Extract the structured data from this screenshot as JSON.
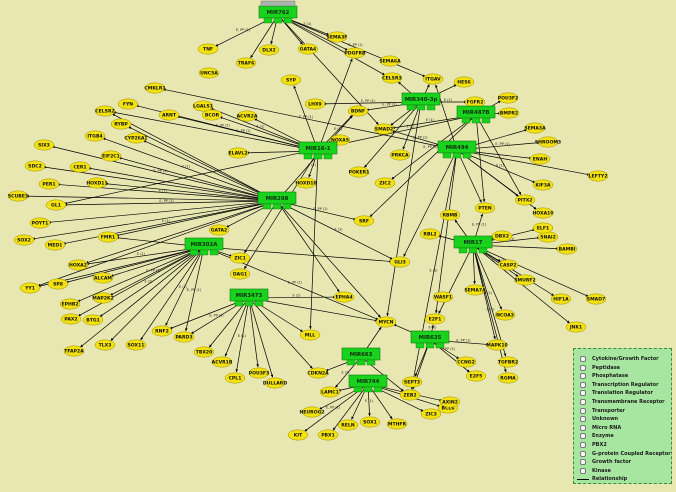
{
  "colors": {
    "background": "#e8e7b2",
    "mirna": "#19d21c",
    "gene": "#f3e20f",
    "edge": "#000000"
  },
  "mirnas": [
    {
      "id": "MIR762",
      "label": "MIR762"
    },
    {
      "id": "MIR340-3p",
      "label": "MIR340-3p"
    },
    {
      "id": "MIR487B",
      "label": "MIR487B"
    },
    {
      "id": "MIR16-1",
      "label": "MIR16-1"
    },
    {
      "id": "MIR494",
      "label": "MIR494"
    },
    {
      "id": "MIR298",
      "label": "MIR298"
    },
    {
      "id": "MIR302A",
      "label": "MIR302A"
    },
    {
      "id": "MIR17",
      "label": "MIR17"
    },
    {
      "id": "MIR3473",
      "label": "MIR3473"
    },
    {
      "id": "MIR635",
      "label": "MIR635"
    },
    {
      "id": "MIR663",
      "label": "MIR663"
    },
    {
      "id": "MIR744",
      "label": "MIR744"
    }
  ],
  "genes": [
    "SEMA3F",
    "TNF",
    "DLX2",
    "GATA4",
    "PDGFRB",
    "SEMA6A",
    "TRAF6",
    "UNC5A",
    "CELSR3",
    "SYP",
    "ITGAV",
    "HES6",
    "POU3F2",
    "CMKLR1",
    "FYN",
    "LGALS1",
    "LHX9",
    "BDNF",
    "FGFR2",
    "BMPR2",
    "CELSR2",
    "RYBP",
    "ARNT",
    "BCOR",
    "ACVR2A",
    "SEMA3A",
    "SHROOM3",
    "ITGB4",
    "CYP26A1",
    "NOXA5",
    "SMAD2",
    "ENAH",
    "EIF2C1",
    "ELAVL2",
    "LEFTY2",
    "SIX3",
    "CER1",
    "HOXD10",
    "PRKCA",
    "KIF3A",
    "SDC2",
    "PER1",
    "HOXD11",
    "POKER1",
    "ZIC2",
    "PITX2",
    "HOXA10",
    "SCUBE3",
    "GL1",
    "POYT1",
    "SOX2",
    "MED1",
    "FMR1",
    "GATA2",
    "SRF",
    "RBMB",
    "PTEN",
    "SNAI2",
    "ELF1",
    "HOXA2",
    "ZIC1",
    "DBX2",
    "BAMBI",
    "SP8",
    "ALCAM",
    "DAG1",
    "RBL2",
    "GLI3",
    "CASP2",
    "SMURF2",
    "MAP2K2",
    "EPHB2",
    "EPHA4",
    "SEMA7A",
    "NCOA3",
    "YY1",
    "PAX2",
    "BTG1",
    "HIF1A",
    "SMAD7",
    "WASF1",
    "TLX3",
    "SOX11",
    "PARD3",
    "MLL",
    "MYCN",
    "E2F1",
    "JNK1",
    "TFAP2A",
    "RNF2",
    "TBX20",
    "ACVR1B",
    "CDKN2A",
    "MAPK10",
    "TGFBR2",
    "CPL1",
    "POU3F3",
    "DULLARD",
    "LAMC1",
    "ZEB2",
    "CCNG2",
    "E2F5",
    "NEUROG2",
    "SEPT3",
    "BCL6",
    "RGMA",
    "KIT",
    "PBX1",
    "RELN",
    "SOX1",
    "MTHFR",
    "ZIC3",
    "AXIN2"
  ],
  "edge_labels": [
    "E, PP (1)",
    "E, PP (2)",
    "PP (1)",
    "E (1)",
    "A, E, PP (1)",
    "E, LO, PP (1)"
  ],
  "legend": {
    "items": [
      {
        "label": "Cytokine/Growth Factor",
        "icon": "cytokine-icon"
      },
      {
        "label": "Peptidase",
        "icon": "peptidase-icon"
      },
      {
        "label": "Phosphatase",
        "icon": "phosphatase-icon"
      },
      {
        "label": "Transcription Regulator",
        "icon": "transcription-regulator-icon"
      },
      {
        "label": "Translation Regulator",
        "icon": "translation-regulator-icon"
      },
      {
        "label": "Transmembrane Receptor",
        "icon": "transmembrane-receptor-icon"
      },
      {
        "label": "Transporter",
        "icon": "transporter-icon"
      },
      {
        "label": "Unknown",
        "icon": "unknown-icon"
      },
      {
        "label": "Micro RNA",
        "icon": "microrna-icon"
      },
      {
        "label": "Enzyme",
        "icon": "enzyme-icon"
      },
      {
        "label": "PBX2",
        "icon": "pbx2-icon"
      },
      {
        "label": "G-protein Coupled Receptor",
        "icon": "gpcr-icon"
      },
      {
        "label": "Growth factor",
        "icon": "growth-factor-icon"
      },
      {
        "label": "Kinase",
        "icon": "kinase-icon"
      },
      {
        "label": "Relationship",
        "icon": "relationship-line-icon"
      }
    ]
  }
}
